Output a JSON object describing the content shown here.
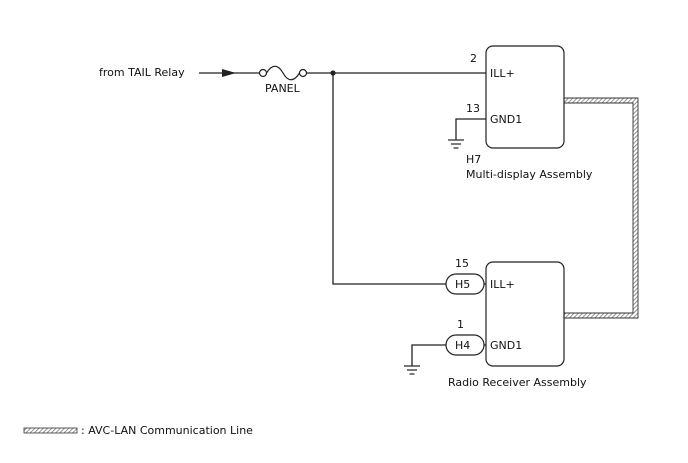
{
  "source": {
    "label": "from TAIL Relay"
  },
  "fuse": {
    "label": "PANEL"
  },
  "upper_component": {
    "connector": "H7",
    "name": "Multi-display Assembly",
    "pins": [
      {
        "number": "2",
        "label": "ILL+"
      },
      {
        "number": "13",
        "label": "GND1"
      }
    ]
  },
  "lower_component": {
    "name": "Radio Receiver Assembly",
    "pins": [
      {
        "number": "15",
        "label": "ILL+",
        "connector": "H5"
      },
      {
        "number": "1",
        "label": "GND1",
        "connector": "H4"
      }
    ]
  },
  "legend": {
    "label": ": AVC-LAN Communication Line"
  },
  "colors": {
    "line": "#222222",
    "hatch": "#888888",
    "background": "#ffffff"
  }
}
